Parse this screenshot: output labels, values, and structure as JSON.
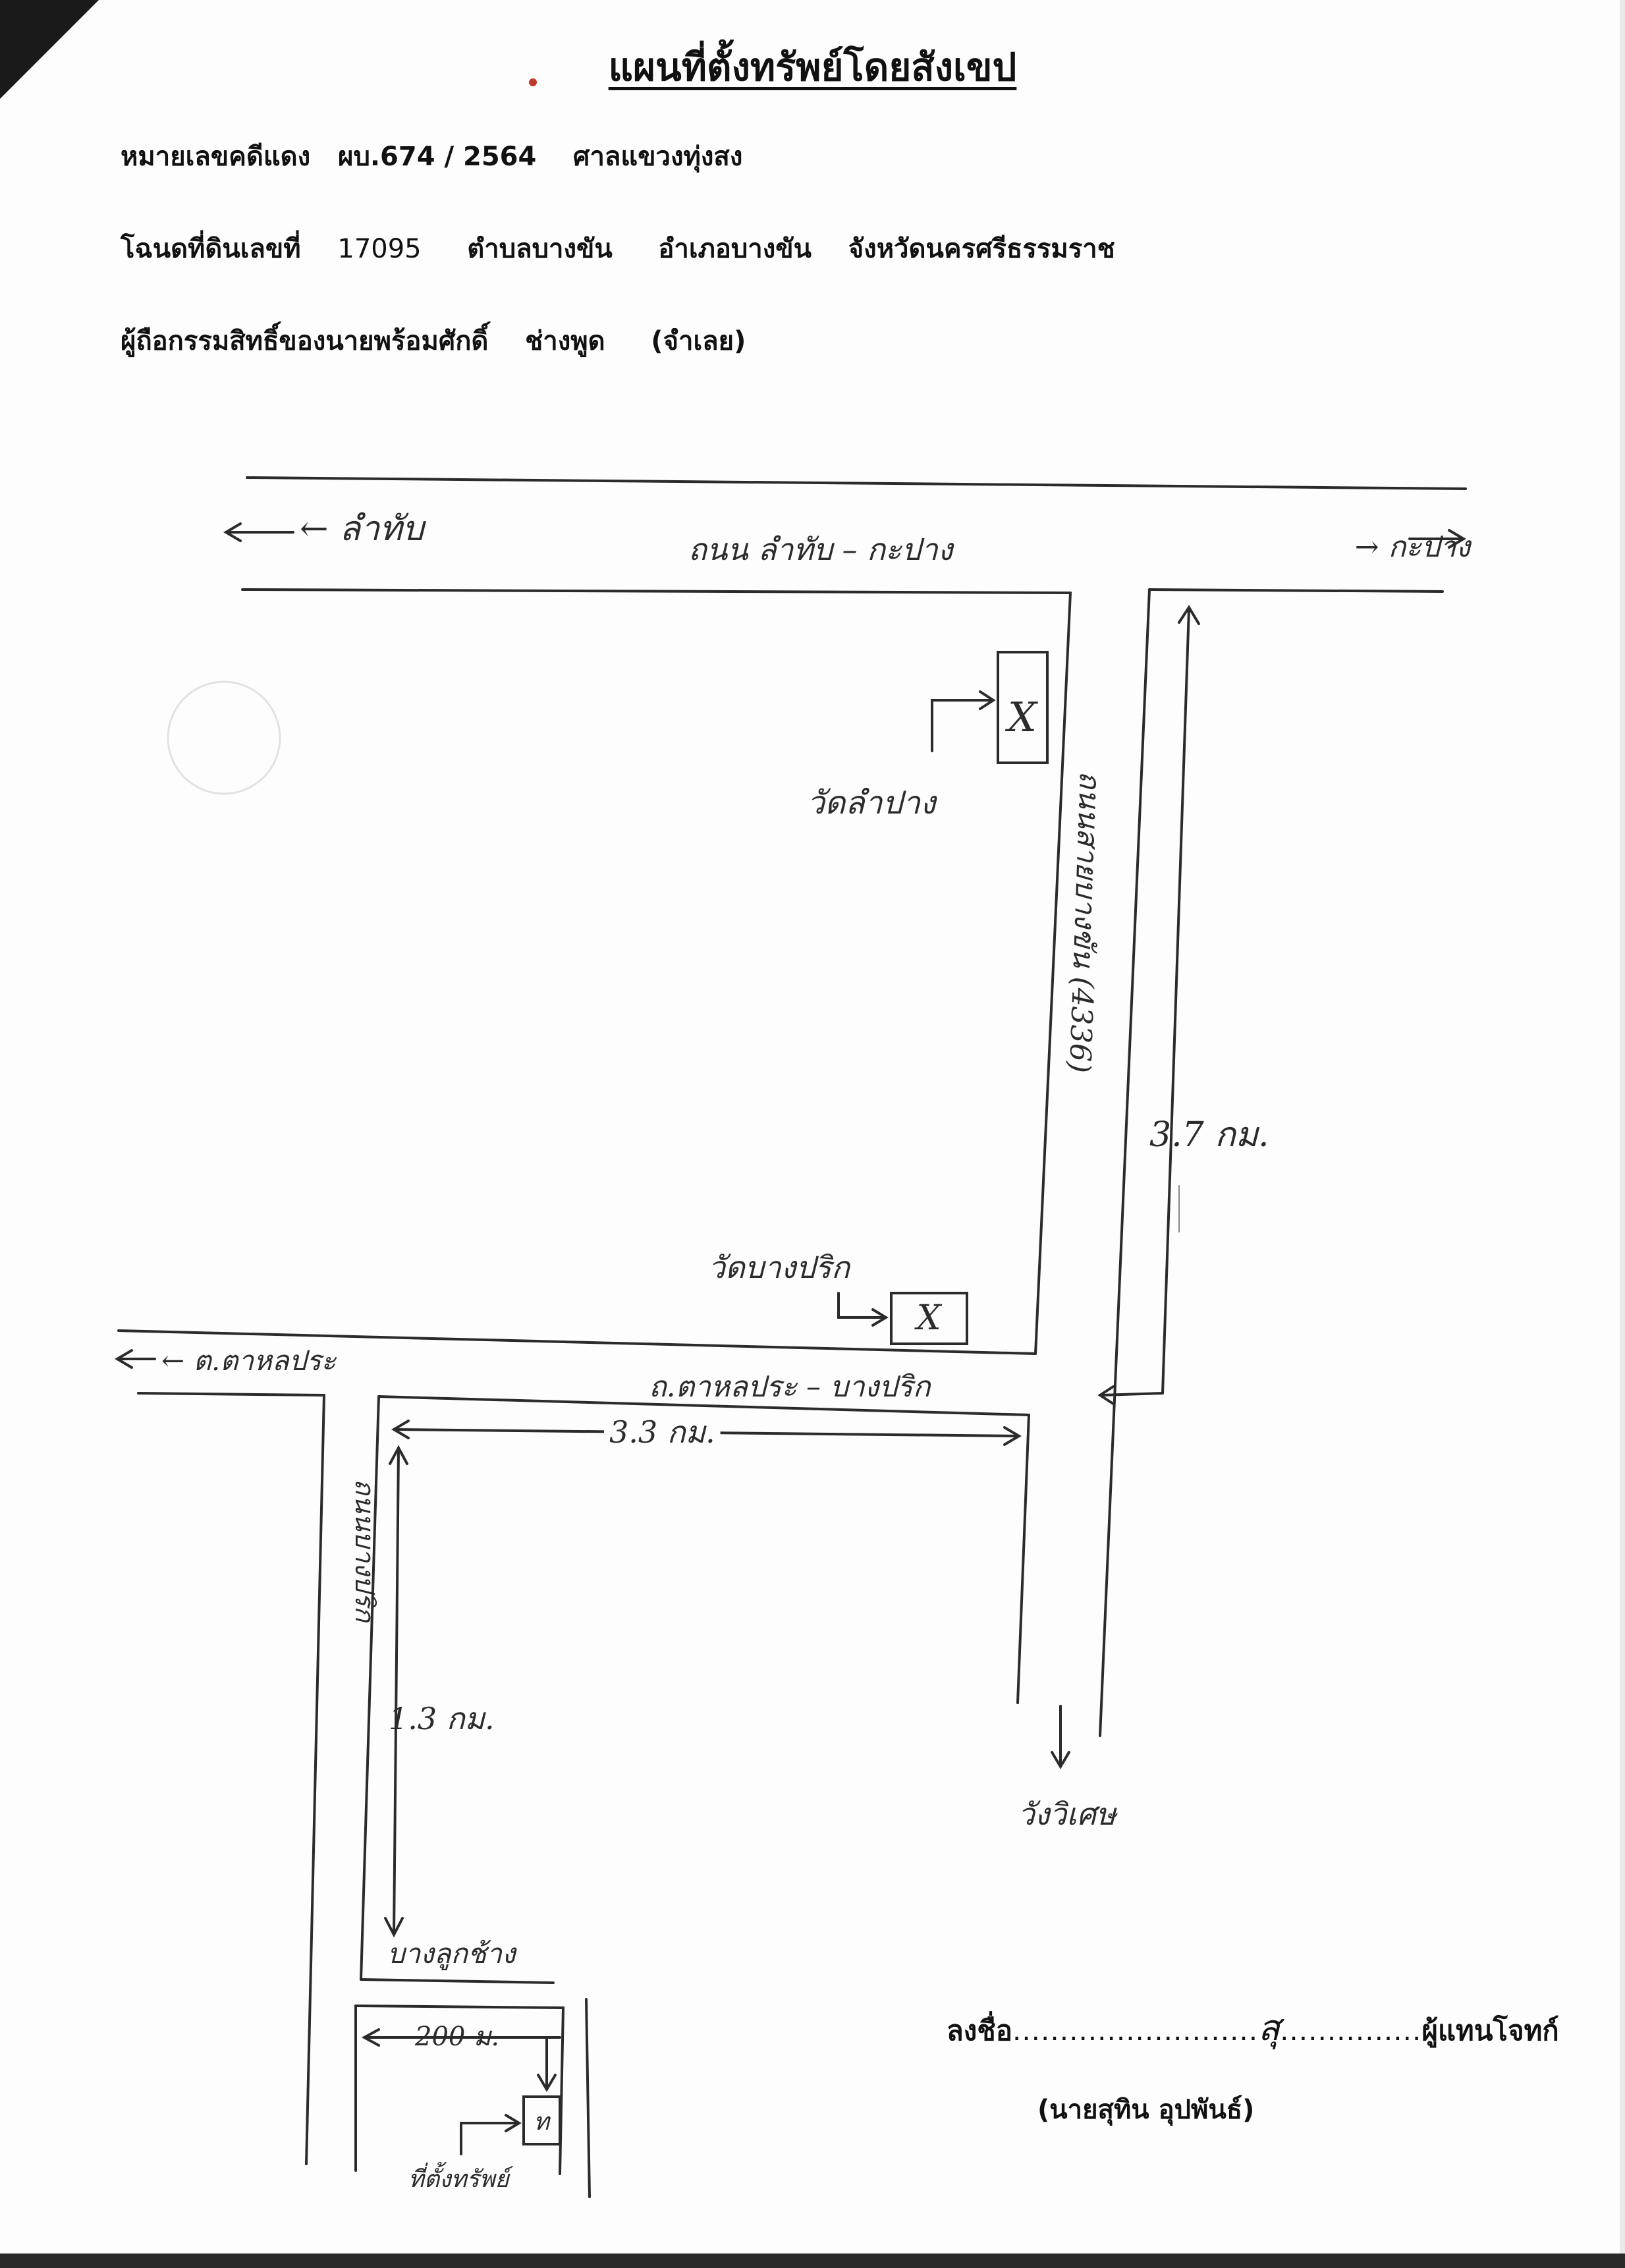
{
  "header": {
    "title": "แผนที่ตั้งทรัพย์โดยสังเขป",
    "case_label": "หมายเลขคดีแดง",
    "case_number": "ผบ.674 / 2564",
    "court": "ศาลแขวงทุ่งสง",
    "deed_label": "โฉนดที่ดินเลขที่",
    "deed_number": "17095",
    "subdistrict": "ตำบลบางขัน",
    "district": "อำเภอบางขัน",
    "province": "จังหวัดนครศรีธรรมราช",
    "owner_label": "ผู้ถือกรรมสิทธิ์ของนายพร้อมศักดิ์",
    "owner_surname": "ช่างพูด",
    "owner_role": "(จำเลย)"
  },
  "map": {
    "dir_top_left": "← ลำทับ",
    "dir_top_right": "→ กะปาง",
    "road_top": "ถนน ลำทับ – กะปาง",
    "highway": "ถนนสายบางขัน (4336)",
    "temple_top": "วัดลำปาง",
    "temple_mid": "วัดบางปริก",
    "marker_x": "X",
    "dir_mid_left": "← ต.ตาหลประ",
    "road_mid": "ถ.ตาหลประ – บางปริก",
    "road_local": "ถนนบางปริก",
    "dist_37": "3.7 กม.",
    "dist_33": "3.3 กม.",
    "dist_13": "1.3 กม.",
    "dist_200": "200 ม.",
    "dir_bottom": "วังวิเศษ",
    "place_bottom": "บางลูกช้าง",
    "property_label": "ที่ตั้งทรัพย์",
    "property_mark": "ท"
  },
  "signature": {
    "sign_label": "ลงชื่อ",
    "dots": "..........................",
    "scribble": "สุ",
    "dots_after": "...............",
    "role": "ผู้แทนโจทก์",
    "name": "(นายสุทิน  อุปพันธ์)"
  },
  "colors": {
    "paper": "#fdfdfd",
    "ink": "#111111",
    "pencil": "#2b2b2b",
    "dot": "#c0392b"
  }
}
